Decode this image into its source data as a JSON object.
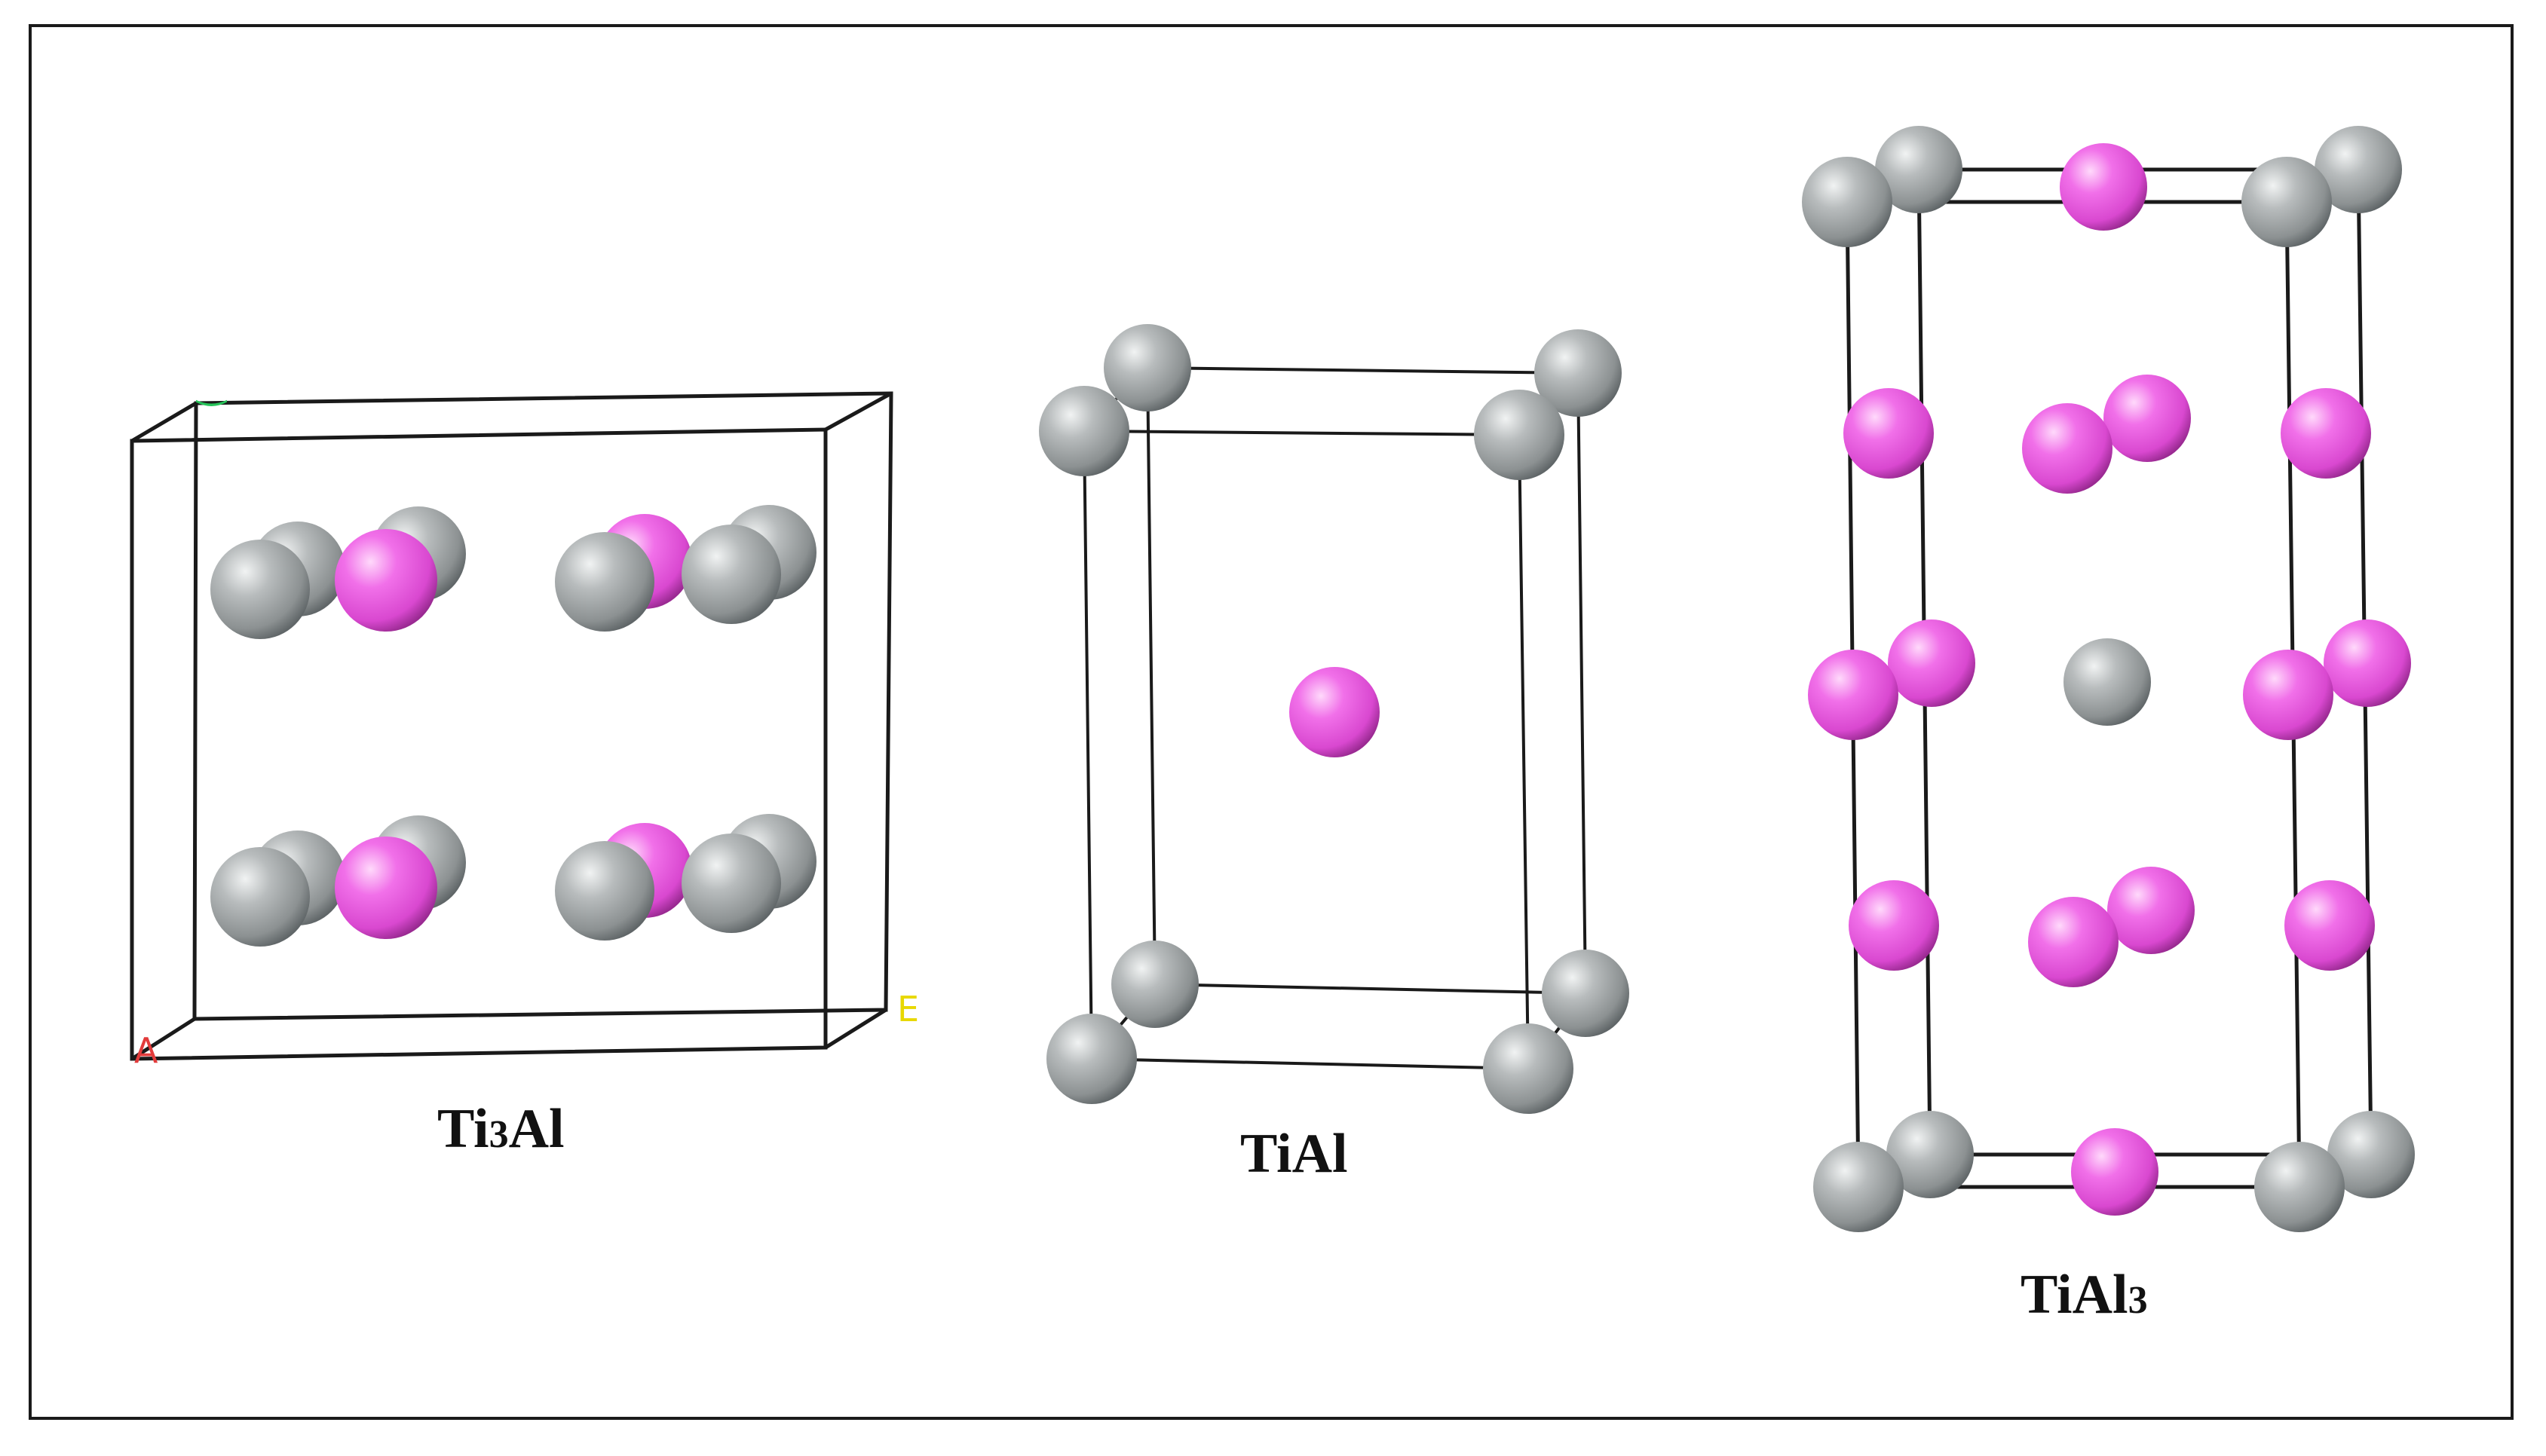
{
  "colors": {
    "ti": "#a9adae",
    "al": "#ee5fe6",
    "ti_highlight": "#f1f3f3",
    "al_highlight": "#ffd9fb",
    "ti_shadow": "#606668",
    "al_shadow": "#9a2a92",
    "cell_line": "#1a1a1a",
    "frame": "#1a1a1a",
    "axis_a": "#e23b3b",
    "axis_b": "#e8d800",
    "axis_c": "#27c45a"
  },
  "atom_legend_by_color": {
    "gray": "Ti",
    "magenta": "Al"
  },
  "structures": [
    {
      "id": "ti3al",
      "label_main": "Ti",
      "label_sub": "3",
      "label_tail": "Al"
    },
    {
      "id": "tial",
      "label_main": "TiAl",
      "label_sub": "",
      "label_tail": ""
    },
    {
      "id": "tial3",
      "label_main": "TiAl",
      "label_sub": "3",
      "label_tail": ""
    }
  ],
  "axis_marks": {
    "a": "A",
    "b": "E",
    "c": "‿"
  }
}
